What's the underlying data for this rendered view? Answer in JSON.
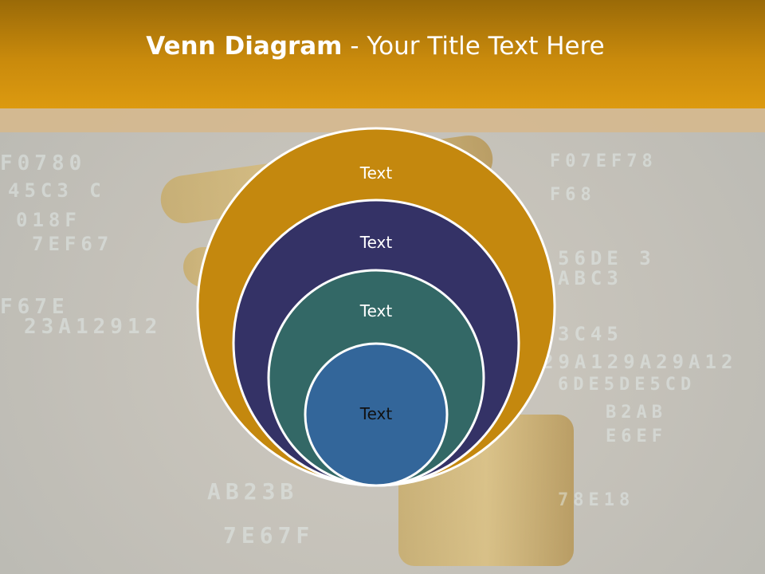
{
  "slide": {
    "title_bold": "Venn Diagram",
    "title_rest": " - Your Title Text Here"
  },
  "circles": [
    {
      "label": "Text",
      "fill": "#c4880e",
      "text_color": "#ffffff"
    },
    {
      "label": "Text",
      "fill": "#343266",
      "text_color": "#ffffff"
    },
    {
      "label": "Text",
      "fill": "#336866",
      "text_color": "#ffffff"
    },
    {
      "label": "Text",
      "fill": "#33669a",
      "text_color": "#111111"
    }
  ],
  "colors": {
    "header": "#c98a0c",
    "band": "#d5b88e",
    "stroke": "#ffffff"
  }
}
